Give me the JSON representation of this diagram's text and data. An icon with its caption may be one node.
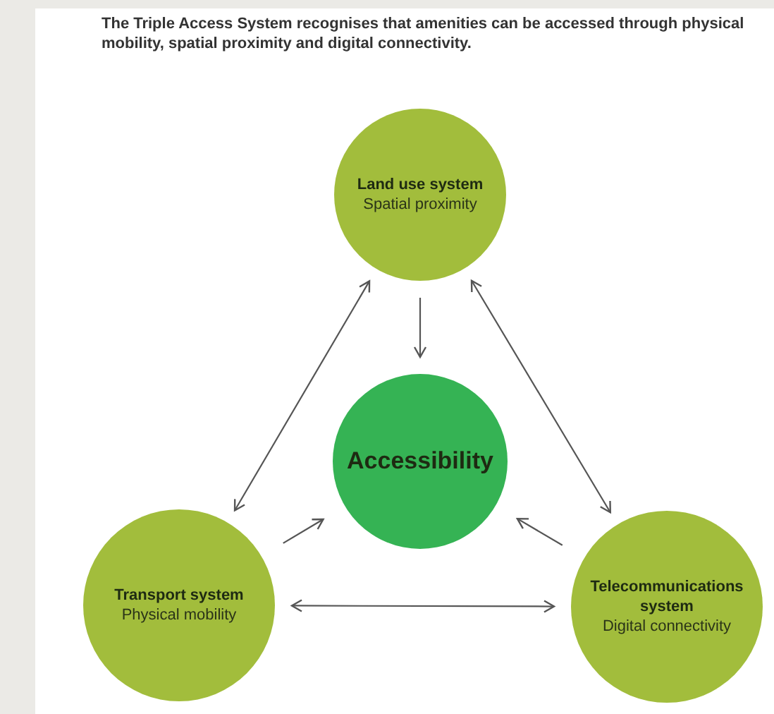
{
  "diagram": {
    "title": "The Triple Access System recognises that amenities can be accessed through physical mobility, spatial proximity and digital connectivity.",
    "nodes": [
      {
        "text": [
          "Land use system",
          "Spatial proximity"
        ]
      },
      {
        "text": [
          "Accessibility"
        ]
      },
      {
        "text": [
          "Transport system",
          "Physical mobility"
        ]
      },
      {
        "text": [
          "Telecommunications system",
          "Digital connectivity"
        ]
      }
    ],
    "edges": [
      {
        "from": 0,
        "to": 1,
        "arrow": "to"
      },
      {
        "from": 0,
        "to": 2,
        "arrow": "both"
      },
      {
        "from": 0,
        "to": 3,
        "arrow": "both"
      },
      {
        "from": 2,
        "to": 1,
        "arrow": "to"
      },
      {
        "from": 3,
        "to": 1,
        "arrow": "to"
      },
      {
        "from": 2,
        "to": 3,
        "arrow": "both"
      }
    ]
  }
}
